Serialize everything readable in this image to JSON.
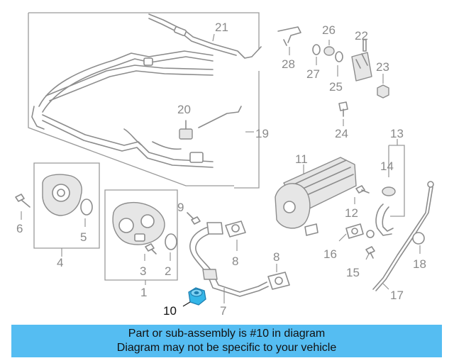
{
  "callouts": {
    "c1": "1",
    "c2": "2",
    "c3": "3",
    "c4": "4",
    "c5": "5",
    "c6": "6",
    "c7": "7",
    "c8a": "8",
    "c8b": "8",
    "c9": "9",
    "c10": "10",
    "c11": "11",
    "c12": "12",
    "c13": "13",
    "c14": "14",
    "c15": "15",
    "c16": "16",
    "c17": "17",
    "c18": "18",
    "c19": "19",
    "c20": "20",
    "c21": "21",
    "c22": "22",
    "c23": "23",
    "c24": "24",
    "c25": "25",
    "c26": "26",
    "c27": "27",
    "c28": "28"
  },
  "highlight": {
    "part_number": "10",
    "color": "#34b6e8"
  },
  "banner": {
    "line1": "Part or sub-assembly is #10 in diagram",
    "line2": "Diagram may not be specific to your vehicle",
    "color": "#55bdf2"
  }
}
